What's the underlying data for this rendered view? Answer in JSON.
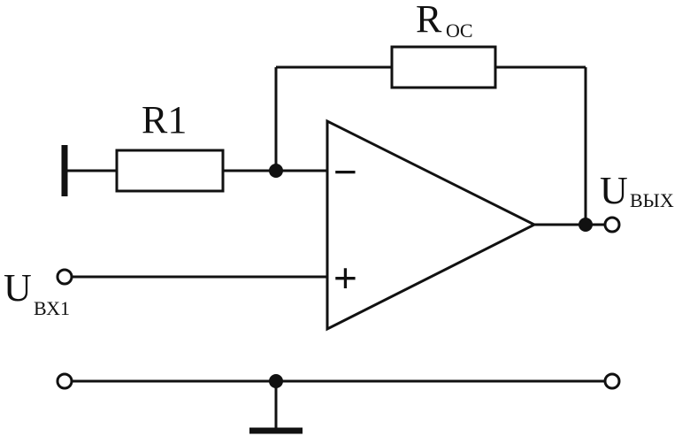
{
  "labels": {
    "r1": "R1",
    "r_oc_main": "R",
    "r_oc_sub": "OC",
    "u_out_main": "U",
    "u_out_sub": "ВЫХ",
    "u_in_main": "U",
    "u_in_sub": "ВХ1"
  },
  "opamp": {
    "inverting_sign": "−",
    "noninverting_sign": "+"
  },
  "colors": {
    "line": "#111111",
    "background": "#ffffff"
  }
}
